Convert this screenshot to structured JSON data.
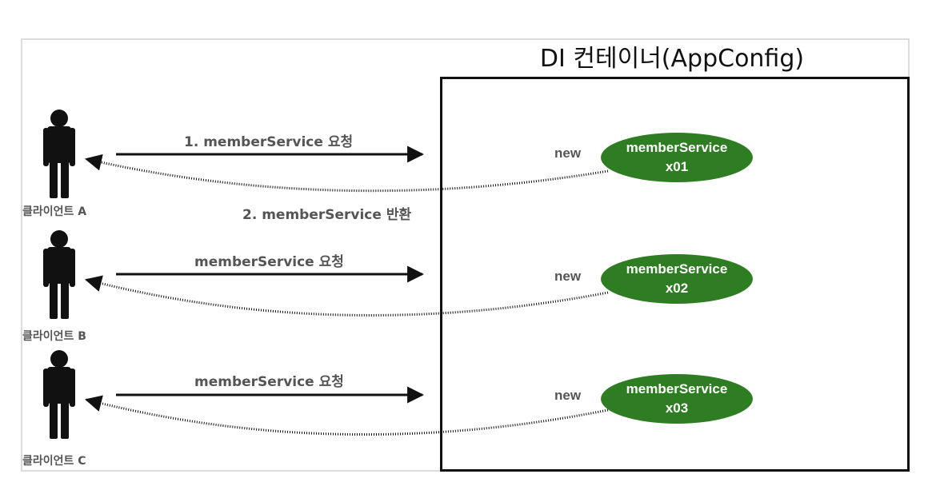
{
  "container": {
    "title": "DI 컨테이너(AppConfig)"
  },
  "clients": [
    {
      "label": "클라이언트 A"
    },
    {
      "label": "클라이언트 B"
    },
    {
      "label": "클라이언트 C"
    }
  ],
  "messages": {
    "request_a": "1. memberService 요청",
    "return_a": "2. memberService 반환",
    "request_b": "memberService 요청",
    "request_c": "memberService 요청"
  },
  "instances": [
    {
      "new_label": "new",
      "name": "memberService",
      "id": "x01"
    },
    {
      "new_label": "new",
      "name": "memberService",
      "id": "x02"
    },
    {
      "new_label": "new",
      "name": "memberService",
      "id": "x03"
    }
  ],
  "colors": {
    "service_fill": "#2f7d22",
    "arrow": "#111111",
    "label_text": "#555555"
  }
}
